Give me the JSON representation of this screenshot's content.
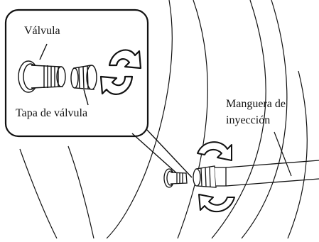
{
  "labels": {
    "valve": "Válvula",
    "valve_cap": "Tapa de válvula",
    "injection_hose_line1": "Manguera de",
    "injection_hose_line2": "inyección"
  }
}
